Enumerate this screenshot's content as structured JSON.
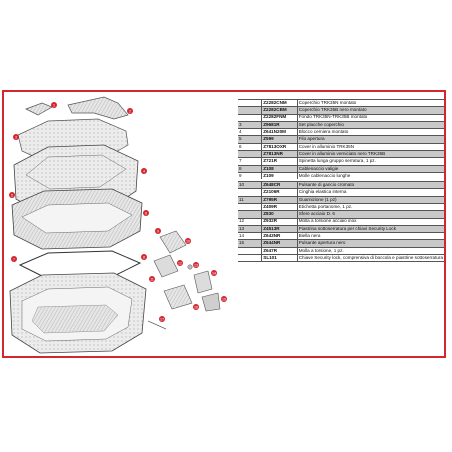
{
  "accent_color": "#d3262e",
  "badge_color": "#d3262e",
  "callouts": [
    "1",
    "2",
    "3",
    "4",
    "5",
    "6",
    "7",
    "8",
    "9",
    "10",
    "11",
    "12",
    "13",
    "14",
    "15",
    "16",
    "17"
  ],
  "parts": [
    {
      "num": "",
      "code": "Z2282CNM",
      "desc": "Coperchio TRK35N montato",
      "shaded": false
    },
    {
      "num": "",
      "code": "Z2282CBM",
      "desc": "Coperchio TRK35B nero montato",
      "shaded": true
    },
    {
      "num": "",
      "code": "Z2282FNM",
      "desc": "Fondo TRK35N-TRK35B montato",
      "shaded": false
    },
    {
      "num": "3",
      "code": "Z9681R",
      "desc": "Set placche coperchio",
      "shaded": true
    },
    {
      "num": "4",
      "code": "Z641N20M",
      "desc": "Blocco cerniera montato",
      "shaded": false
    },
    {
      "num": "5",
      "code": "Z599",
      "desc": "Filo apertura",
      "shaded": true
    },
    {
      "num": "6",
      "code": "Z7813OXR",
      "desc": "Cover in alluminio TRK35N",
      "shaded": false
    },
    {
      "num": "",
      "code": "Z7813NR",
      "desc": "Cover in alluminio verniciato nero TRK35B",
      "shaded": true
    },
    {
      "num": "7",
      "code": "Z721R",
      "desc": "Spinetta lunga gruppo serratura, 1 pz.",
      "shaded": false
    },
    {
      "num": "8",
      "code": "Z108",
      "desc": "Cablenaccio valigie",
      "shaded": true
    },
    {
      "num": "9",
      "code": "Z109",
      "desc": "Molle cablenaccio lunghe",
      "shaded": false
    },
    {
      "gap": true
    },
    {
      "num": "10",
      "code": "Z648CR",
      "desc": "Pulsante di gancio cromato",
      "shaded": true
    },
    {
      "num": "",
      "code": "Z2106R",
      "desc": "Cinghia elastica interna",
      "shaded": false
    },
    {
      "num": "11",
      "code": "Z795R",
      "desc": "Guarnizione (1 pz)",
      "shaded": true
    },
    {
      "num": "",
      "code": "Z409R",
      "desc": "Etichetta portanome, 1 pz.",
      "shaded": false
    },
    {
      "num": "",
      "code": "Z830",
      "desc": "Sfere acciaio D. 6",
      "shaded": true
    },
    {
      "num": "12",
      "code": "Z932R",
      "desc": "Molla a torsione acciaio inox",
      "shaded": false
    },
    {
      "num": "13",
      "code": "Z4513R",
      "desc": "Piastrina sottoserratura per chiavi Security Lock",
      "shaded": true
    },
    {
      "num": "14",
      "code": "Z643NR",
      "desc": "Biella nera",
      "shaded": false
    },
    {
      "num": "15",
      "code": "Z644NR",
      "desc": "Pulsante apertura nero",
      "shaded": true
    },
    {
      "num": "",
      "code": "Z647R",
      "desc": "Molla a torsione, 1 pz.",
      "shaded": false
    },
    {
      "num": "",
      "code": "SL101",
      "desc": "Chiave Security lock, comprensiva di boccola e piastrine sottoserratura",
      "shaded": false
    }
  ]
}
